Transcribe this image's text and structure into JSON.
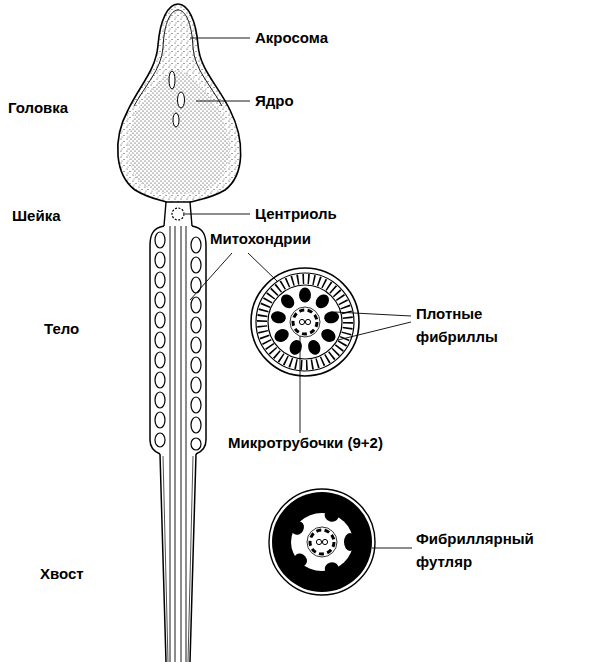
{
  "diagram": {
    "labels": [
      "Акросома",
      "Головка",
      "Ядро",
      "Шейка",
      "Центриоль",
      "Митохондрии",
      "Тело",
      "Плотные фибриллы",
      "Микротрубочки (9+2)",
      "Хвост",
      "Фибриллярный футляр"
    ]
  }
}
